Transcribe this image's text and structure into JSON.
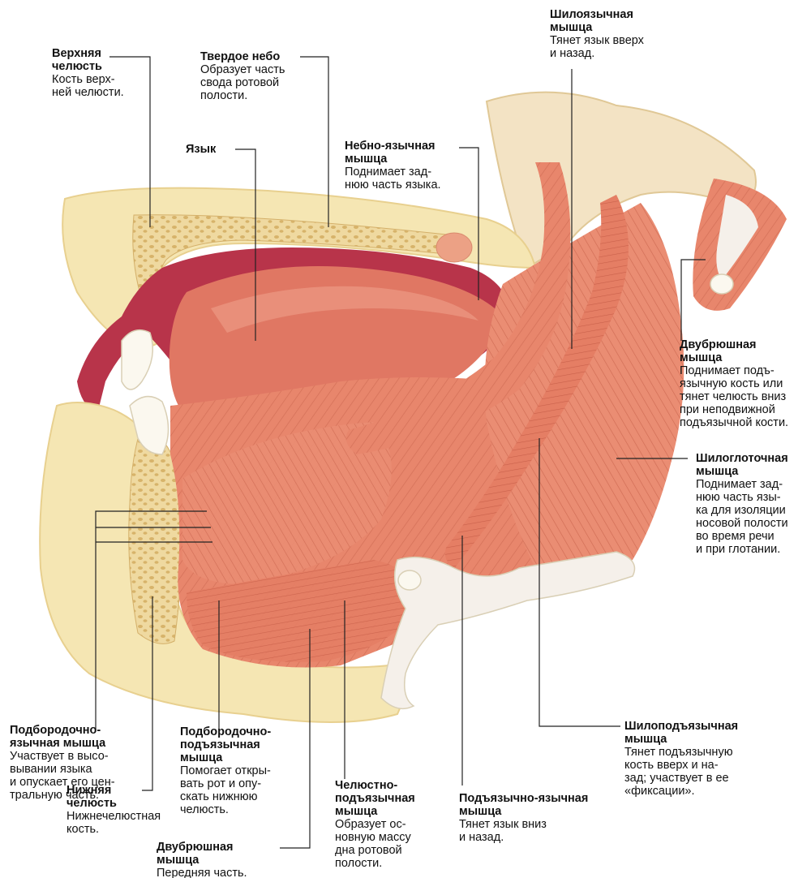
{
  "colors": {
    "bone": "#f5e6b3",
    "bone_edge": "#e8d08f",
    "muscle": "#e8866c",
    "muscle_dark": "#c9604a",
    "muscle_light": "#f3b5a0",
    "tongue": "#e07763",
    "cavity": "#b8344a",
    "tendon": "#f5f0ea",
    "line": "#222222"
  },
  "labels": {
    "upper_jaw": {
      "title": "Верхняя\nчелюсть",
      "desc": "Кость верх-\nней челюсти."
    },
    "hard_palate": {
      "title": "Твердое небо",
      "desc": "Образует часть\nсвода ротовой\nполости."
    },
    "tongue": {
      "title": "Язык",
      "desc": ""
    },
    "palatoglossus": {
      "title": "Небно-язычная\nмышца",
      "desc": "Поднимает зад-\nнюю часть языка."
    },
    "styloglossus": {
      "title": "Шилоязычная\nмышца",
      "desc": "Тянет язык вверх\nи назад."
    },
    "digastric_posterior": {
      "title": "Двубрюшная\nмышца",
      "desc": "Поднимает подъ-\nязычную кость или\nтянет челюсть вниз\nпри неподвижной\nподъязычной кости."
    },
    "stylopharyngeus": {
      "title": "Шилоглоточная\nмышца",
      "desc": "Поднимает зад-\nнюю часть язы-\nка для изоляции\nносовой полости\nво время речи\nи при глотании."
    },
    "stylohyoid": {
      "title": "Шилоподъязычная\nмышца",
      "desc": "Тянет подъязычную\nкость вверх и на-\nзад; участвует в ее\n«фиксации»."
    },
    "genioglossus": {
      "title": "Подбородочно-\nязычная мышца",
      "desc": "Участвует в высо-\nвывании языка\nи опускает его цен-\nтральную часть."
    },
    "lower_jaw": {
      "title": "Нижняя\nчелюсть",
      "desc": "Нижнечелюстная\nкость."
    },
    "geniohyoid": {
      "title": "Подбородочно-\nподъязычная\nмышца",
      "desc": "Помогает откры-\nвать рот и опу-\nскать нижнюю\nчелюсть."
    },
    "digastric_anterior": {
      "title": "Двубрюшная\nмышца",
      "desc": "Передняя часть."
    },
    "mylohyoid": {
      "title": "Челюстно-\nподъязычная\nмышца",
      "desc": "Образует ос-\nновную массу\nдна ротовой\nполости."
    },
    "hyoglossus": {
      "title": "Подъязычно-язычная\nмышца",
      "desc": "Тянет язык вниз\nи назад."
    }
  }
}
